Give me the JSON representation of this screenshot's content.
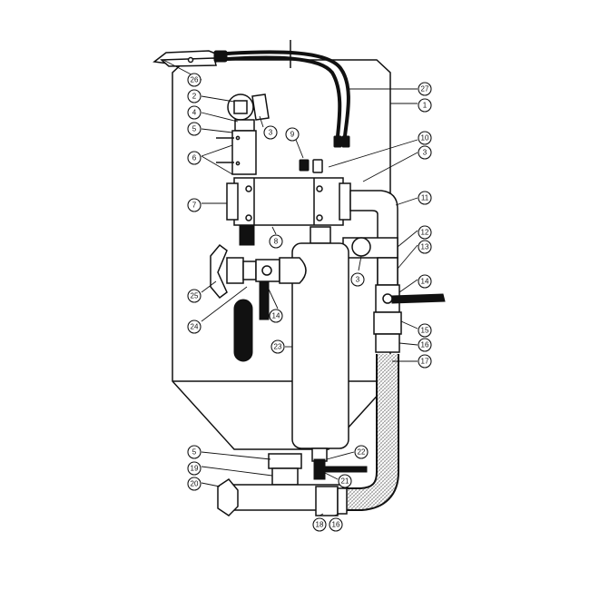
{
  "callouts": [
    {
      "id": "c26",
      "label": "26"
    },
    {
      "id": "c2",
      "label": "2"
    },
    {
      "id": "c4",
      "label": "4"
    },
    {
      "id": "c5a",
      "label": "5"
    },
    {
      "id": "c3a",
      "label": "3"
    },
    {
      "id": "c6",
      "label": "6"
    },
    {
      "id": "c9",
      "label": "9"
    },
    {
      "id": "c10",
      "label": "10"
    },
    {
      "id": "c3b",
      "label": "3"
    },
    {
      "id": "c27",
      "label": "27"
    },
    {
      "id": "c1",
      "label": "1"
    },
    {
      "id": "c7",
      "label": "7"
    },
    {
      "id": "c11",
      "label": "11"
    },
    {
      "id": "c8",
      "label": "8"
    },
    {
      "id": "c12",
      "label": "12"
    },
    {
      "id": "c13",
      "label": "13"
    },
    {
      "id": "c3c",
      "label": "3"
    },
    {
      "id": "c25",
      "label": "25"
    },
    {
      "id": "c14a",
      "label": "14"
    },
    {
      "id": "c14b",
      "label": "14"
    },
    {
      "id": "c24",
      "label": "24"
    },
    {
      "id": "c15",
      "label": "15"
    },
    {
      "id": "c16a",
      "label": "16"
    },
    {
      "id": "c23",
      "label": "23"
    },
    {
      "id": "c17",
      "label": "17"
    },
    {
      "id": "c5b",
      "label": "5"
    },
    {
      "id": "c22",
      "label": "22"
    },
    {
      "id": "c19",
      "label": "19"
    },
    {
      "id": "c21",
      "label": "21"
    },
    {
      "id": "c20",
      "label": "20"
    },
    {
      "id": "c18",
      "label": "18"
    },
    {
      "id": "c16b",
      "label": "16"
    }
  ]
}
